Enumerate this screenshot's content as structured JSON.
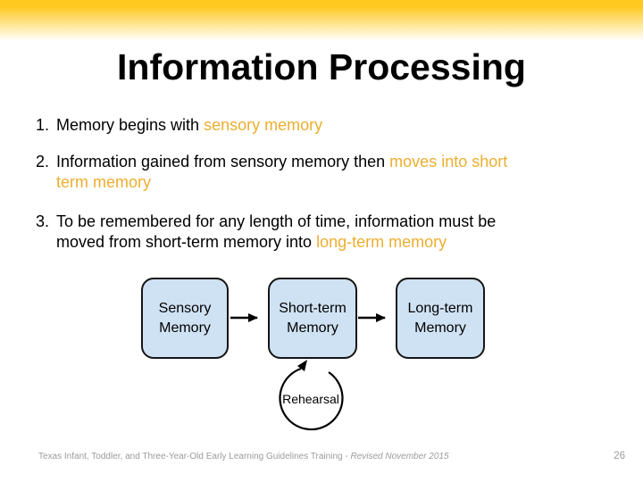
{
  "slide": {
    "title": "Information Processing",
    "items": [
      {
        "number": "1.",
        "text": "Memory begins with ",
        "accent": "sensory memory"
      },
      {
        "number": "2.",
        "text": "Information gained from sensory memory then ",
        "accent": "moves into short\nterm memory"
      },
      {
        "number": "3.",
        "text": "To be remembered for any length of time, information must be\nmoved from short-term memory into ",
        "accent": "long-term memory"
      }
    ],
    "diagram": {
      "boxes": [
        {
          "label": "Sensory Memory"
        },
        {
          "label": "Short-term Memory"
        },
        {
          "label": "Long-term Memory"
        }
      ],
      "loop_label": "Rehearsal"
    },
    "footer": {
      "left_normal": "Texas Infant, Toddler, and Three-Year-Old Early Learning Guidelines Training - ",
      "left_italic": "Revised November 2015",
      "page_number": "26"
    },
    "colors": {
      "top_bar_yellow": "#FFC91E",
      "accent_text": "#EDAE2F",
      "box_fill": "#CFE2F3",
      "box_border": "#151515",
      "footer_gray": "#9B9B9B",
      "body_text": "#000000"
    }
  }
}
